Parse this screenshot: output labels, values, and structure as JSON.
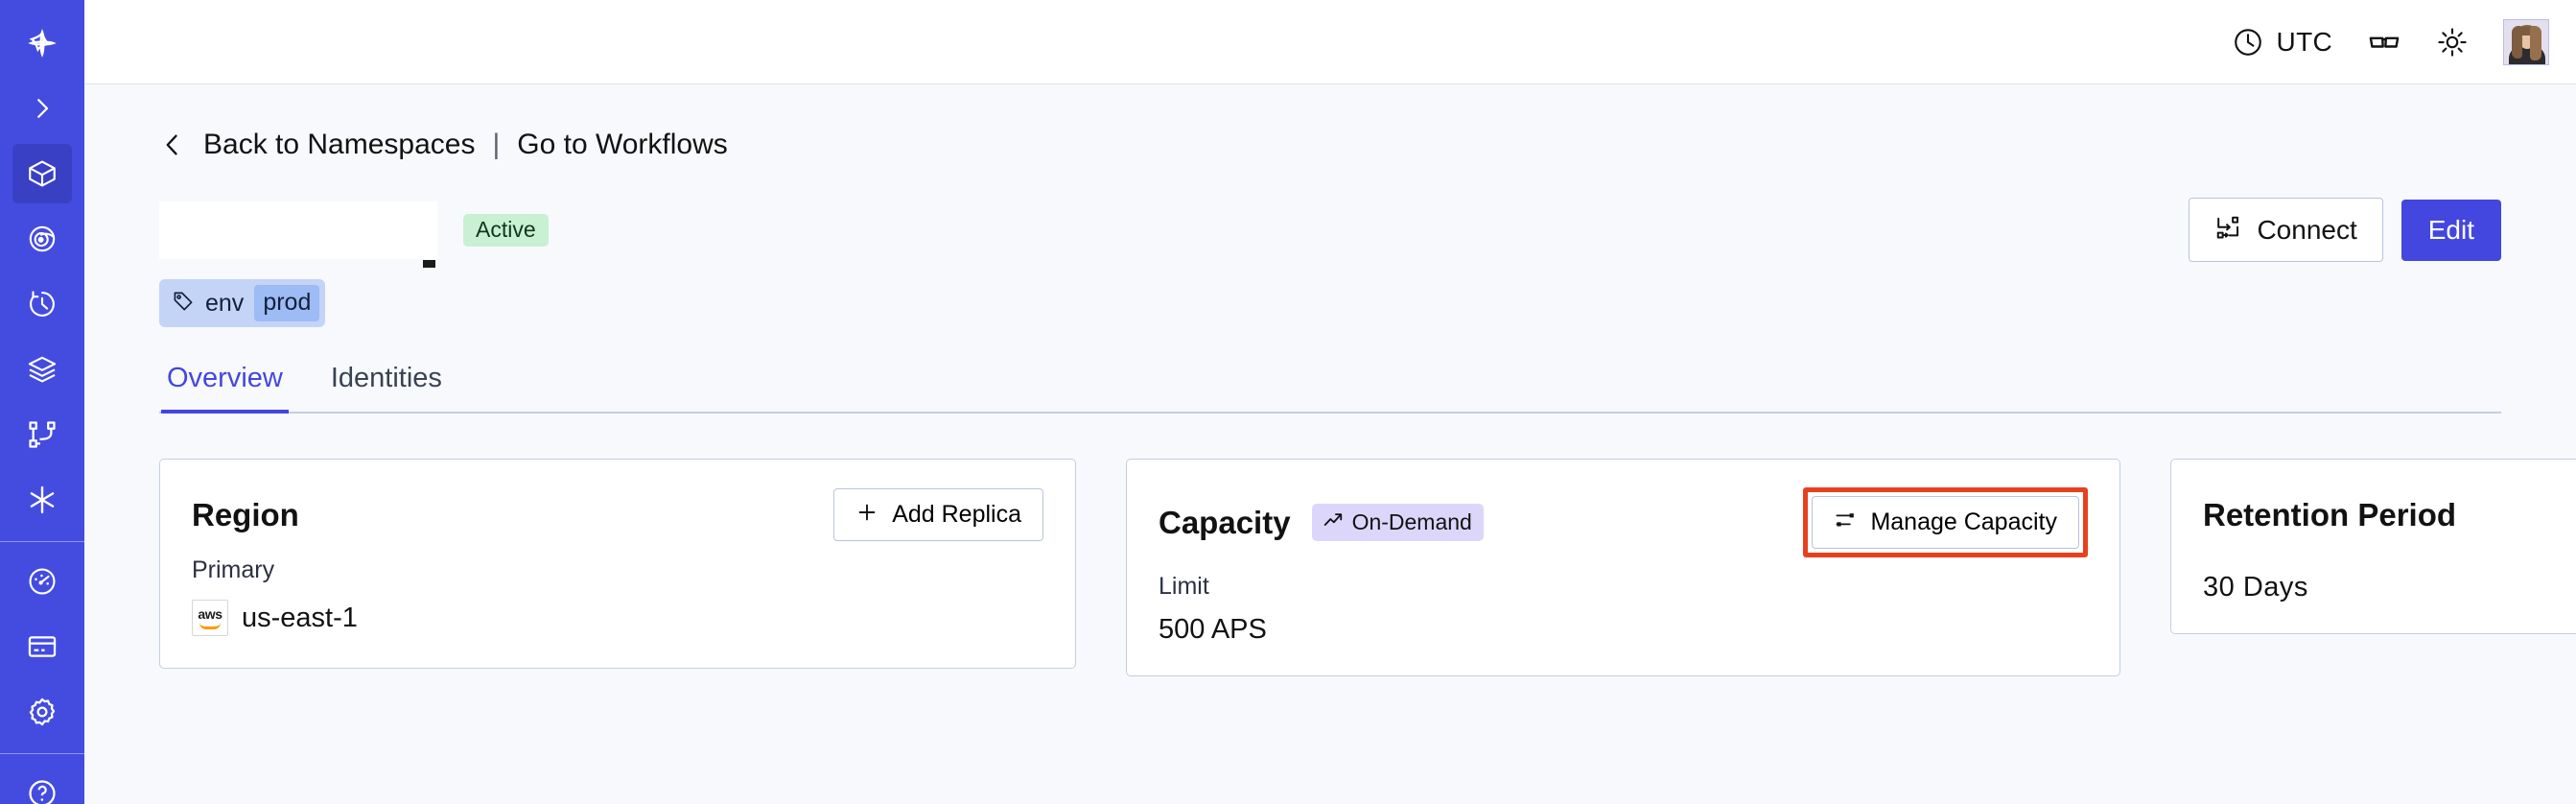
{
  "sidebar": {
    "top_items": [
      {
        "name": "logo",
        "icon": "temporal-star-icon",
        "active": false
      },
      {
        "name": "expand",
        "icon": "chevron-right-icon",
        "active": false
      },
      {
        "name": "namespaces",
        "icon": "cube-icon",
        "active": true
      },
      {
        "name": "observability",
        "icon": "eye-spiral-icon",
        "active": false
      },
      {
        "name": "schedules",
        "icon": "timer-icon",
        "active": false
      },
      {
        "name": "stack",
        "icon": "layers-icon",
        "active": false
      },
      {
        "name": "workflows",
        "icon": "workflow-tree-icon",
        "active": false
      },
      {
        "name": "integrations",
        "icon": "asterisk-icon",
        "active": false
      }
    ],
    "mid_items": [
      {
        "name": "usage",
        "icon": "gauge-icon",
        "active": false
      },
      {
        "name": "billing",
        "icon": "credit-card-icon",
        "active": false
      },
      {
        "name": "settings",
        "icon": "gear-icon",
        "active": false
      }
    ],
    "bottom_items": [
      {
        "name": "help",
        "icon": "help-circle-icon",
        "active": false
      }
    ]
  },
  "topbar": {
    "timezone": "UTC",
    "clock_icon": "clock-icon",
    "glasses_icon": "glasses-icon",
    "theme_icon": "sun-icon",
    "avatar_icon": "user-avatar"
  },
  "breadcrumb": {
    "back_icon": "chevron-left-icon",
    "back_label": "Back to Namespaces",
    "separator": "|",
    "forward_label": "Go to Workflows"
  },
  "header": {
    "namespace_title": "",
    "status_badge": "Active",
    "connect_label": "Connect",
    "connect_icon": "connect-flow-icon",
    "edit_label": "Edit"
  },
  "tag": {
    "icon": "tag-icon",
    "key": "env",
    "value": "prod"
  },
  "tabs": [
    {
      "label": "Overview",
      "active": true
    },
    {
      "label": "Identities",
      "active": false
    }
  ],
  "cards": {
    "region": {
      "title": "Region",
      "action_label": "Add Replica",
      "action_icon": "plus-icon",
      "label": "Primary",
      "provider_icon": "aws-logo",
      "provider_text": "aws",
      "value": "us-east-1"
    },
    "capacity": {
      "title": "Capacity",
      "badge_label": "On-Demand",
      "badge_icon": "trending-up-icon",
      "action_label": "Manage Capacity",
      "action_icon": "sliders-icon",
      "action_highlighted": true,
      "label": "Limit",
      "value": "500 APS"
    },
    "retention": {
      "title": "Retention Period",
      "value": "30 Days"
    }
  },
  "colors": {
    "brand_indigo": "#444ce0",
    "sidebar_active": "#3a40c4",
    "page_bg": "#f7f9fc",
    "card_border": "#c3cfe3",
    "badge_active_bg": "#c8f0d2",
    "badge_ondemand_bg": "#ddd6fb",
    "tag_bg": "#c3d4f7",
    "tag_value_bg": "#9dbbf5",
    "highlight_red": "#e8401f",
    "aws_orange": "#ff9900"
  }
}
